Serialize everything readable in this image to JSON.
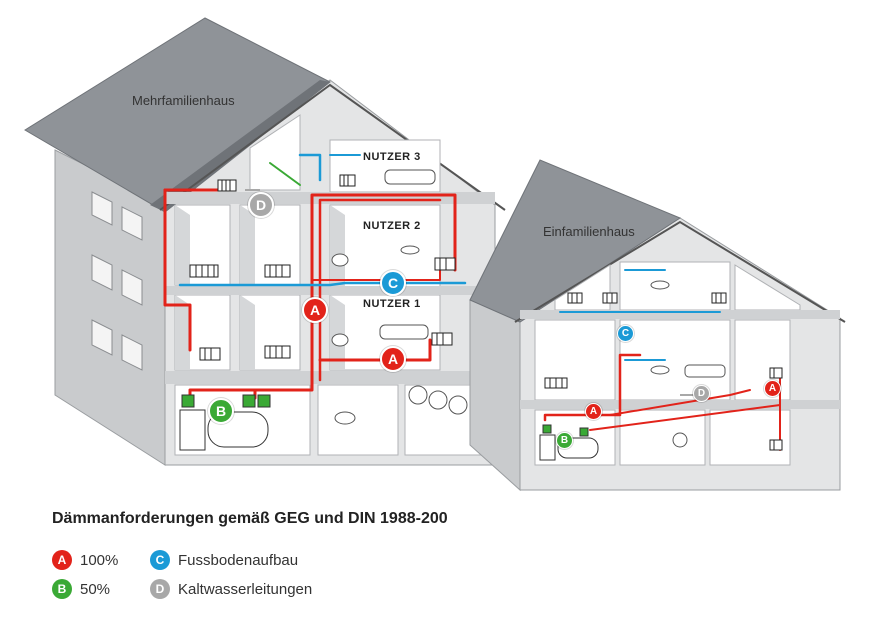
{
  "labels": {
    "house_large": "Mehrfamilienhaus",
    "house_small": "Einfamilienhaus",
    "user3": "NUTZER 3",
    "user2": "NUTZER 2",
    "user1": "NUTZER 1"
  },
  "badges": {
    "a": "A",
    "b": "B",
    "c": "C",
    "d": "D"
  },
  "legend": {
    "title": "Dämmanforderungen gemäß GEG und DIN 1988-200",
    "items": [
      {
        "letter": "A",
        "text": "100%",
        "color": "#e2231a"
      },
      {
        "letter": "B",
        "text": "50%",
        "color": "#3aa935"
      },
      {
        "letter": "C",
        "text": "Fussbodenaufbau",
        "color": "#1b9ad6"
      },
      {
        "letter": "D",
        "text": "Kaltwasserleitungen",
        "color": "#a8a8a8"
      }
    ]
  },
  "colors": {
    "red": "#e2231a",
    "green": "#3aa935",
    "blue": "#1b9ad6",
    "gray": "#a8a8a8",
    "roof": "#8f9398",
    "wall": "#e4e5e6",
    "room": "#ffffff"
  }
}
